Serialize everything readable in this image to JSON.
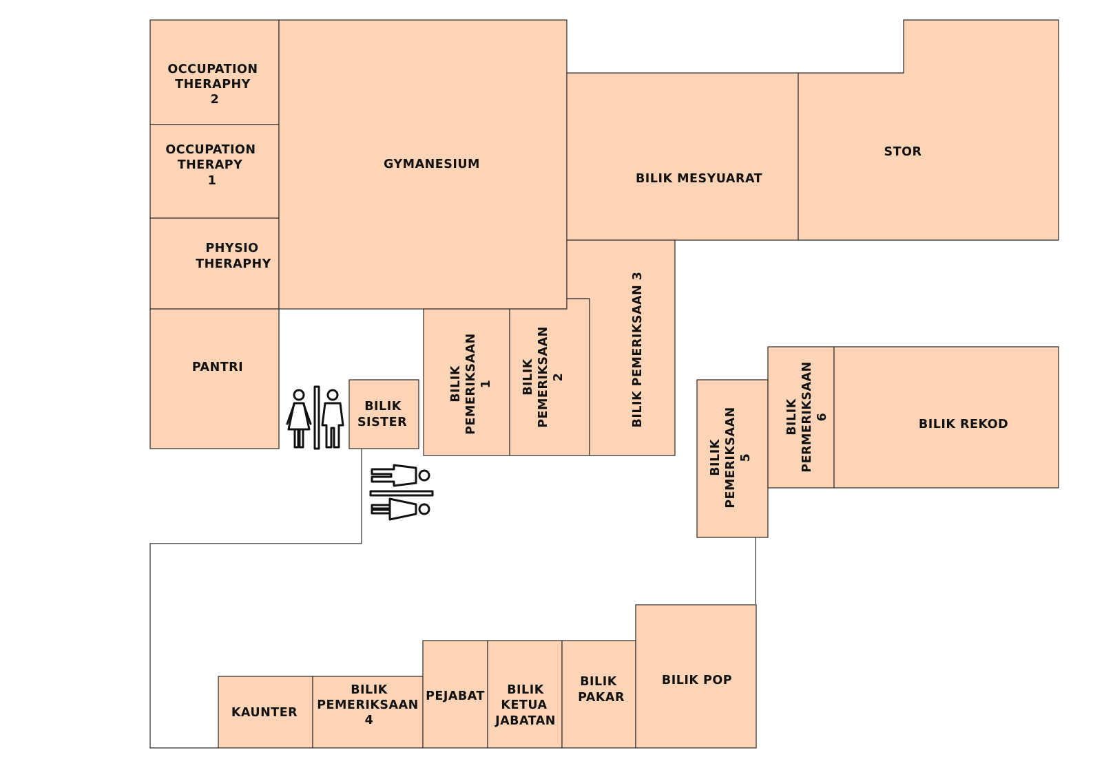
{
  "rooms": {
    "ot2": [
      "OCCUPATION",
      "THERAPHY",
      "2"
    ],
    "ot1": [
      "OCCUPATION",
      "THERAPY",
      "1"
    ],
    "physio": [
      "PHYSIO",
      "THERAPHY"
    ],
    "pantri": [
      "PANTRI"
    ],
    "gym": [
      "GYMANESIUM"
    ],
    "mesyuarat": [
      "BILIK MESYUARAT"
    ],
    "stor": [
      "STOR"
    ],
    "sister": [
      "BILIK",
      "SISTER"
    ],
    "periksa1": [
      "BILIK",
      "PEMERIKSAAN",
      "1"
    ],
    "periksa2": [
      "BILIK",
      "PEMERIKSAAN",
      "2"
    ],
    "periksa3": [
      "BILIK PEMERIKSAAN 3"
    ],
    "periksa5": [
      "BILIK",
      "PEMERIKSAAN",
      "5"
    ],
    "periksa6": [
      "BILIK",
      "PERMERIKSAAN",
      "6"
    ],
    "rekod": [
      "BILIK REKOD"
    ],
    "kaunter": [
      "KAUNTER"
    ],
    "periksa4": [
      "BILIK",
      "PEMERIKSAAN",
      "4"
    ],
    "pejabat": [
      "PEJABAT"
    ],
    "ketua": [
      "BILIK",
      "KETUA",
      "JABATAN"
    ],
    "pakar": [
      "BILIK",
      "PAKAR"
    ],
    "pop": [
      "BILIK POP"
    ]
  },
  "icons": {
    "toilet": "restroom-icon",
    "toilet_rotated": "restroom-icon"
  },
  "colors": {
    "room_fill": "#fdd5b6",
    "stroke": "#2a2a2a"
  }
}
